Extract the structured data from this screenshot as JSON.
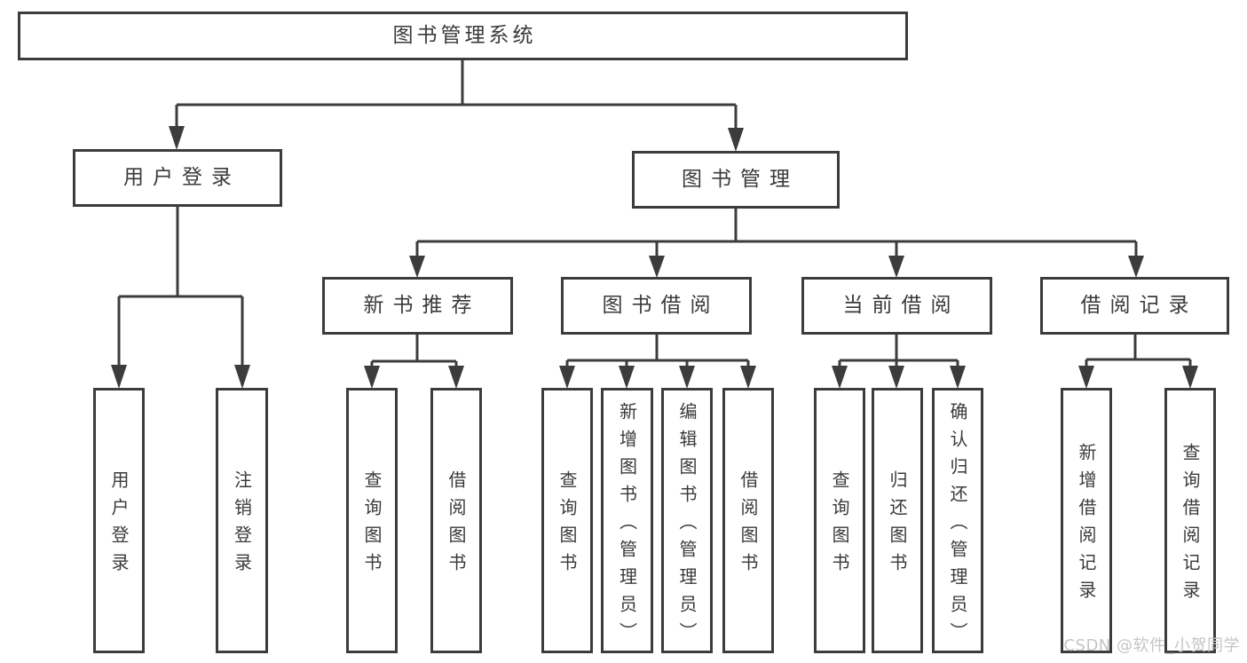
{
  "tree": {
    "root": "图书管理系统",
    "level2": [
      {
        "label": "用户登录",
        "leaves": [
          "用户登录",
          "注销登录"
        ]
      },
      {
        "label": "图书管理"
      }
    ],
    "level3": [
      {
        "label": "新书推荐",
        "leaves": [
          "查询图书",
          "借阅图书"
        ]
      },
      {
        "label": "图书借阅",
        "leaves": [
          "查询图书",
          "新增图书（管理员）",
          "编辑图书（管理员）",
          "借阅图书"
        ]
      },
      {
        "label": "当前借阅",
        "leaves": [
          "查询图书",
          "归还图书",
          "确认归还（管理员）"
        ]
      },
      {
        "label": "借阅记录",
        "leaves": [
          "新增借阅记录",
          "查询借阅记录"
        ]
      }
    ]
  },
  "watermark": "CSDN @软件_小贺同学",
  "colors": {
    "line": "#3c3c3c",
    "text": "#3a3a3a",
    "background": "#ffffff",
    "watermark": "#c5c5c5"
  }
}
